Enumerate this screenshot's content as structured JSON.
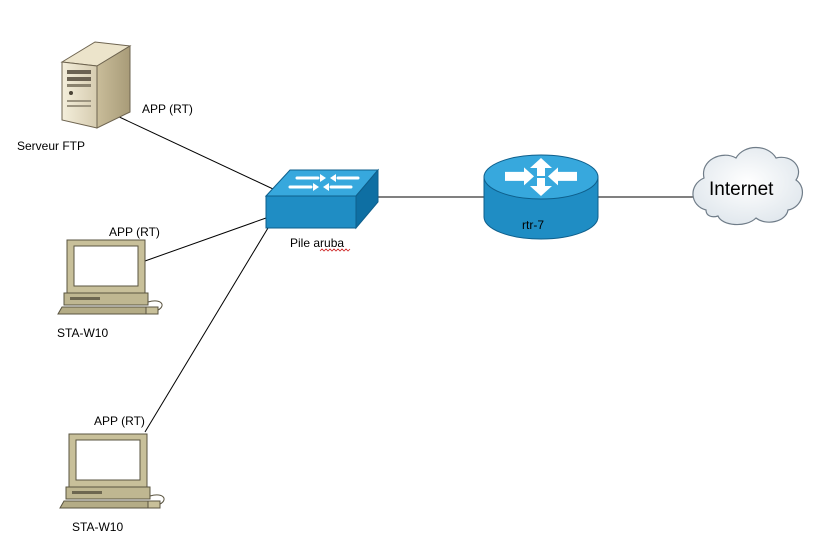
{
  "nodes": {
    "ftp_server": {
      "label": "Serveur FTP",
      "link_label": "APP (RT)",
      "icon": "server-icon"
    },
    "workstation_1": {
      "label": "STA-W10",
      "link_label": "APP (RT)",
      "icon": "desktop-computer-icon"
    },
    "workstation_2": {
      "label": "STA-W10",
      "link_label": "APP (RT)",
      "icon": "desktop-computer-icon"
    },
    "switch": {
      "label": "Pile aruba",
      "icon": "switch-icon"
    },
    "router": {
      "label": "rtr-7",
      "icon": "router-icon"
    },
    "internet": {
      "label": "Internet",
      "icon": "cloud-icon"
    }
  },
  "colors": {
    "network_device": "#1f8dc4",
    "network_device_dark": "#0e5f8c",
    "network_device_top": "#37a8dd",
    "cloud_fill": "#eef2f5",
    "link": "#000000"
  }
}
